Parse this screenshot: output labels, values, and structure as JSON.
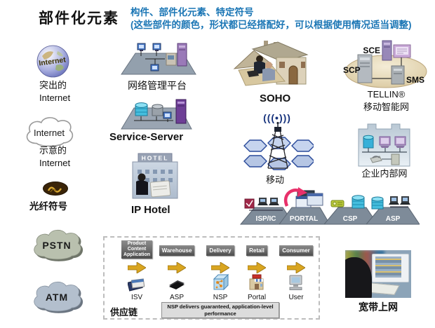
{
  "slide": {
    "title": "部件化元素",
    "annotation_line1": "构件、部件化元素、特定符号",
    "annotation_line2": "(这些部件的颜色，形状都已经搭配好，可以根据使用情况适当调整)"
  },
  "colors": {
    "annotation_blue": "#1b76b5",
    "arrow_gold": "#d9a520",
    "platform_gray": "#7e8b99",
    "wireless_blue": "#16327c",
    "portal_arrow_pink": "#e8306a",
    "tellin_ellipse_beige": "#e9dcbd"
  },
  "left_column": {
    "globe_label": "Internet",
    "globe_caption": "突出的\nInternet",
    "cloud_label": "Internet",
    "cloud_caption": "示意的\nInternet",
    "fiber_caption": "光纤符号",
    "pstn_label": "PSTN",
    "atm_label": "ATM"
  },
  "platform_column": {
    "network_mgmt_caption": "网络管理平台",
    "service_server_caption": "Service-Server",
    "hotel_sign": "HOTEL",
    "ip_hotel_caption": "IP Hotel"
  },
  "center_column": {
    "soho_caption": "SOHO",
    "wireless_symbol": "(((•)))",
    "mobile_caption": "移动"
  },
  "service_platforms": [
    {
      "label": "ISP/IC"
    },
    {
      "label": "PORTAL"
    },
    {
      "label": "CSP"
    },
    {
      "label": "ASP"
    }
  ],
  "tellin": {
    "sce_label": "SCE",
    "scp_label": "SCP",
    "sms_label": "SMS",
    "caption_line1": "TELLIN®",
    "caption_line2": "移动智能网"
  },
  "intranet": {
    "caption": "企业内部网"
  },
  "broadband": {
    "caption": "宽带上网"
  },
  "supply_chain": {
    "caption": "供应链",
    "stages": [
      {
        "box_label": "Product\nContent\nApplication",
        "role_label": "ISV"
      },
      {
        "box_label": "Warehouse",
        "role_label": "ASP"
      },
      {
        "box_label": "Delivery",
        "role_label": "NSP"
      },
      {
        "box_label": "Retail",
        "role_label": "Portal"
      },
      {
        "box_label": "Consumer",
        "role_label": "User"
      }
    ],
    "banner_text": "NSP delivers guaranteed, application-level\nperformance"
  }
}
